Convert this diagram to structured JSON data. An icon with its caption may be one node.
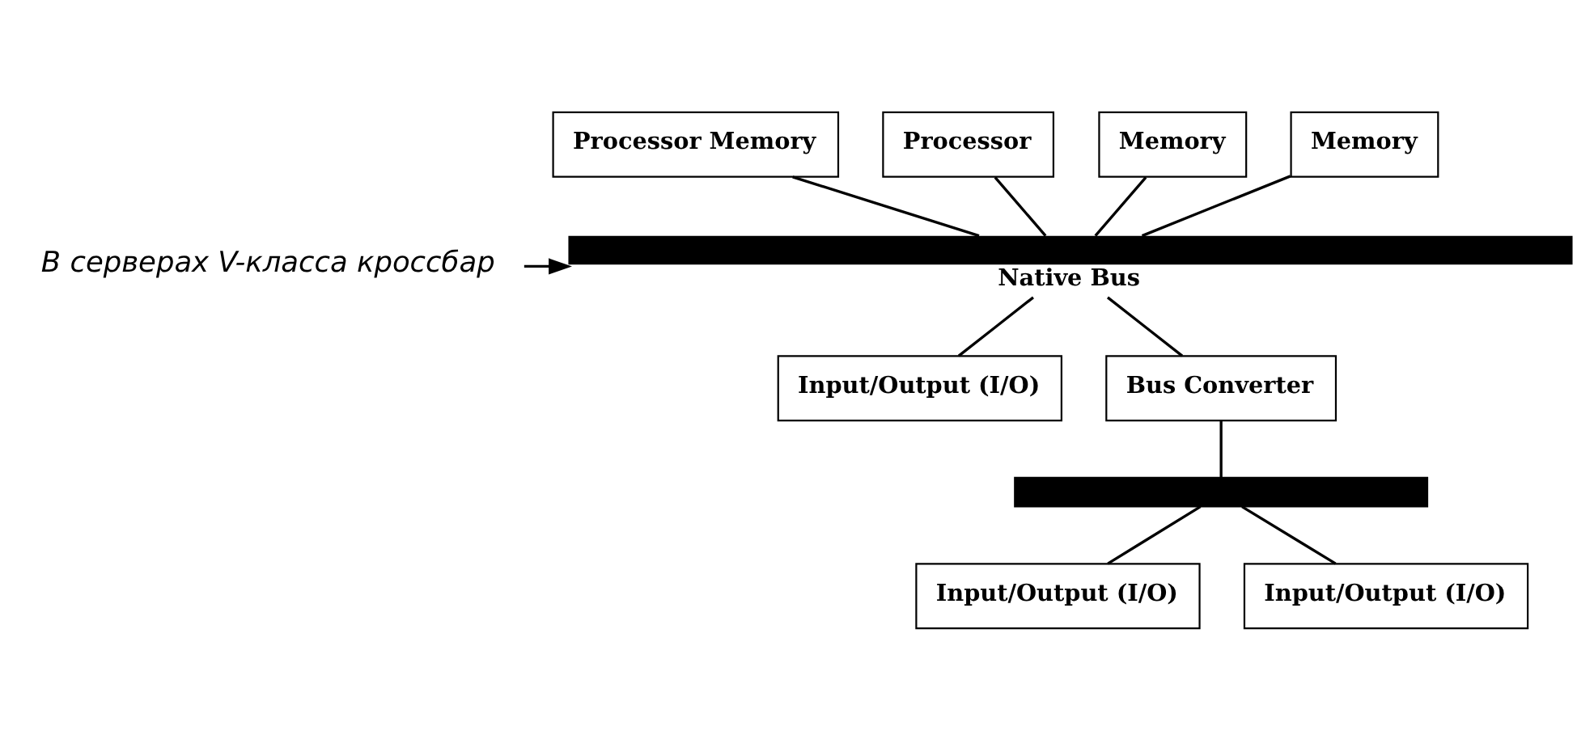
{
  "diagram": {
    "nodes": [
      {
        "text": [
          "Processor Memory"
        ]
      },
      {
        "text": [
          "Processor"
        ]
      },
      {
        "text": [
          "Memory"
        ]
      },
      {
        "text": [
          "Memory"
        ]
      },
      {
        "text": [
          "Native Bus"
        ]
      },
      {
        "text": [
          "Input/Output (I/O)"
        ]
      },
      {
        "text": [
          "Bus Converter"
        ]
      },
      {
        "text": [],
        "shape": "bar"
      },
      {
        "text": [
          "Input/Output (I/O)"
        ]
      },
      {
        "text": [
          "Input/Output (I/O)"
        ]
      },
      {
        "text": [
          "В серверах V-класса кроссбар"
        ]
      }
    ],
    "edges": [
      {
        "from": 0,
        "to": 4,
        "arrow": "none"
      },
      {
        "from": 1,
        "to": 4,
        "arrow": "none"
      },
      {
        "from": 2,
        "to": 4,
        "arrow": "none"
      },
      {
        "from": 3,
        "to": 4,
        "arrow": "none"
      },
      {
        "from": 4,
        "to": 5,
        "arrow": "none"
      },
      {
        "from": 4,
        "to": 6,
        "arrow": "none"
      },
      {
        "from": 6,
        "to": 7,
        "arrow": "none"
      },
      {
        "from": 7,
        "to": 8,
        "arrow": "none"
      },
      {
        "from": 7,
        "to": 9,
        "arrow": "none"
      },
      {
        "from": 10,
        "to": 4,
        "arrow": "to"
      }
    ]
  }
}
